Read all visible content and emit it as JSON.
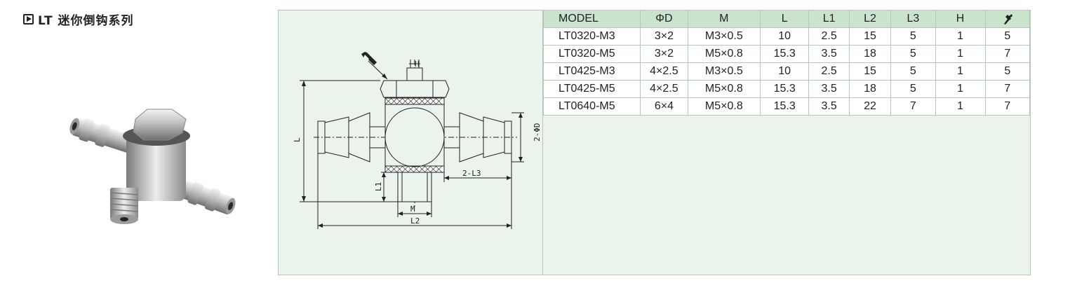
{
  "heading": {
    "title": "LT 迷你倒钩系列"
  },
  "drawing": {
    "labels": {
      "h": "H",
      "l": "L",
      "l1": "L1",
      "l2": "L2",
      "l3": "2-L3",
      "m": "M",
      "d": "2-ΦD"
    }
  },
  "table": {
    "headers": [
      "MODEL",
      "ΦD",
      "M",
      "L",
      "L1",
      "L2",
      "L3",
      "H"
    ],
    "wrench_header_icon": "wrench-icon",
    "rows": [
      [
        "LT0320-M3",
        "3×2",
        "M3×0.5",
        "10",
        "2.5",
        "15",
        "5",
        "1",
        "5"
      ],
      [
        "LT0320-M5",
        "3×2",
        "M5×0.8",
        "15.3",
        "3.5",
        "18",
        "5",
        "1",
        "7"
      ],
      [
        "LT0425-M3",
        "4×2.5",
        "M3×0.5",
        "10",
        "2.5",
        "15",
        "5",
        "1",
        "5"
      ],
      [
        "LT0425-M5",
        "4×2.5",
        "M5×0.8",
        "15.3",
        "3.5",
        "18",
        "5",
        "1",
        "7"
      ],
      [
        "LT0640-M5",
        "6×4",
        "M5×0.8",
        "15.3",
        "3.5",
        "22",
        "7",
        "1",
        "7"
      ]
    ]
  }
}
